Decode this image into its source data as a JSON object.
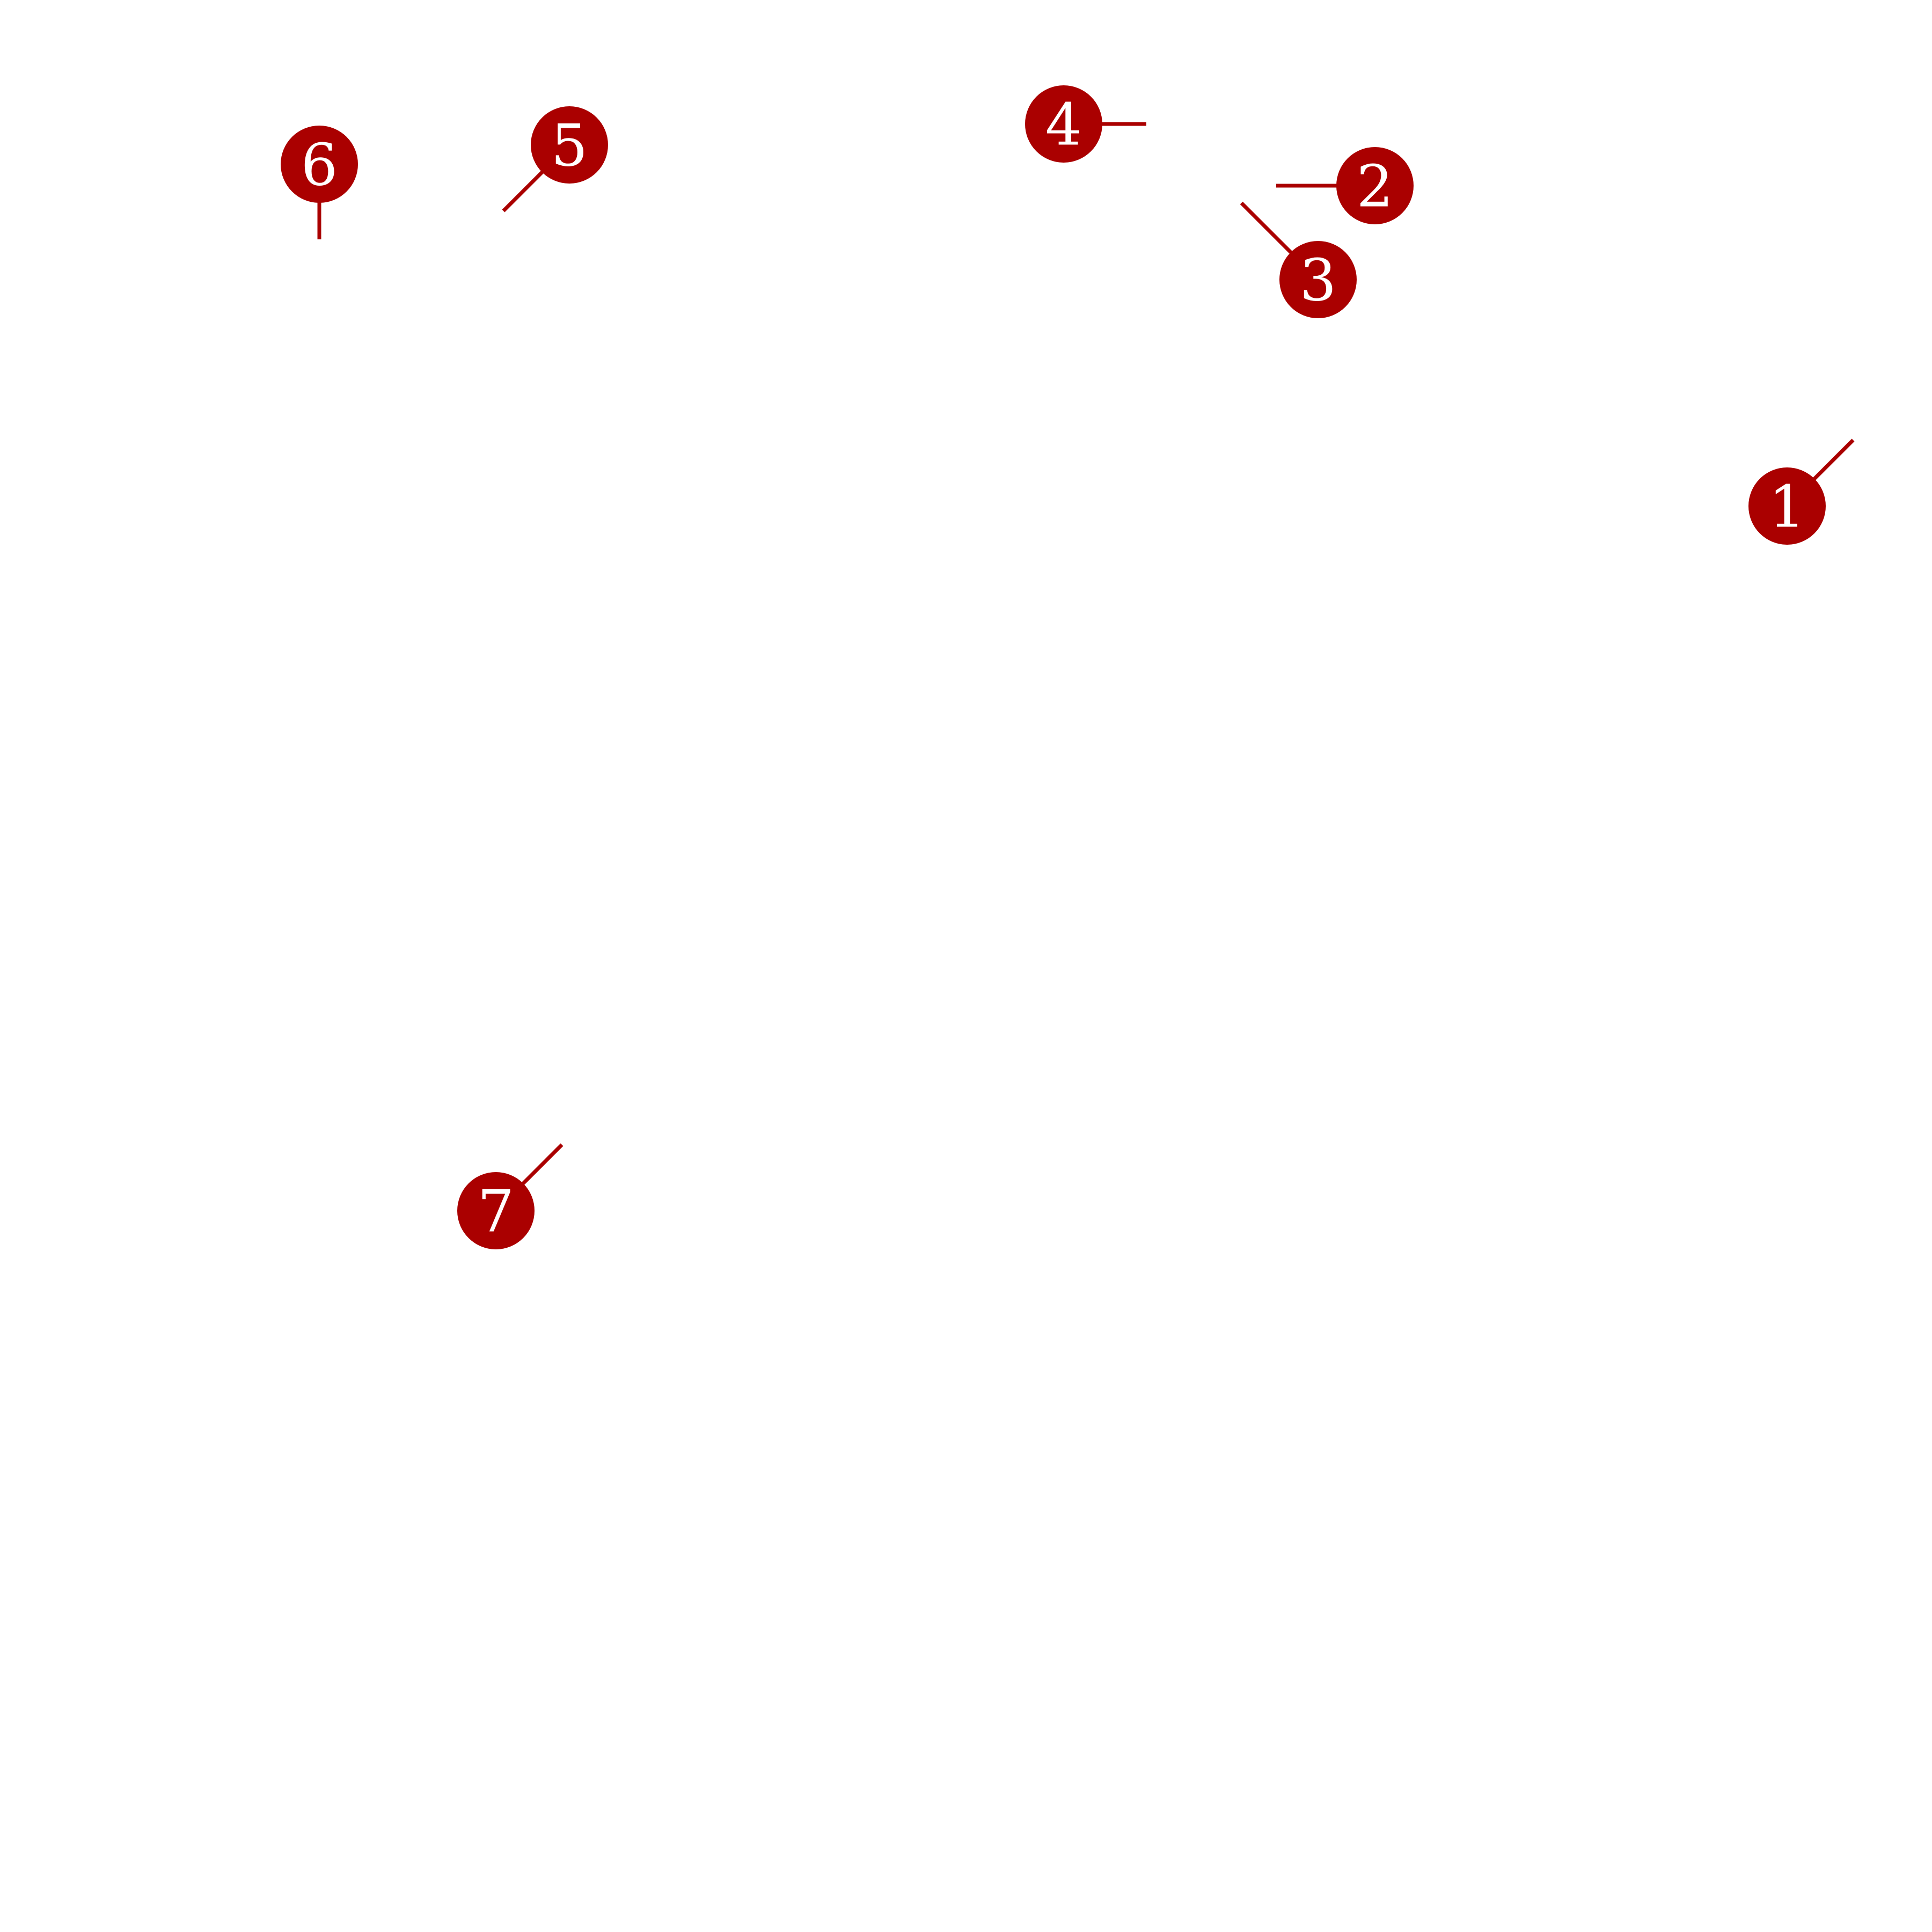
{
  "annotation_color": "#aa0000",
  "label_color": "#ffffff",
  "background_color": "#ffffff",
  "markers": [
    {
      "label": "1",
      "leader_direction": "up-right"
    },
    {
      "label": "2",
      "leader_direction": "left"
    },
    {
      "label": "3",
      "leader_direction": "up-left"
    },
    {
      "label": "4",
      "leader_direction": "right"
    },
    {
      "label": "5",
      "leader_direction": "down-left"
    },
    {
      "label": "6",
      "leader_direction": "down"
    },
    {
      "label": "7",
      "leader_direction": "up-right"
    }
  ]
}
